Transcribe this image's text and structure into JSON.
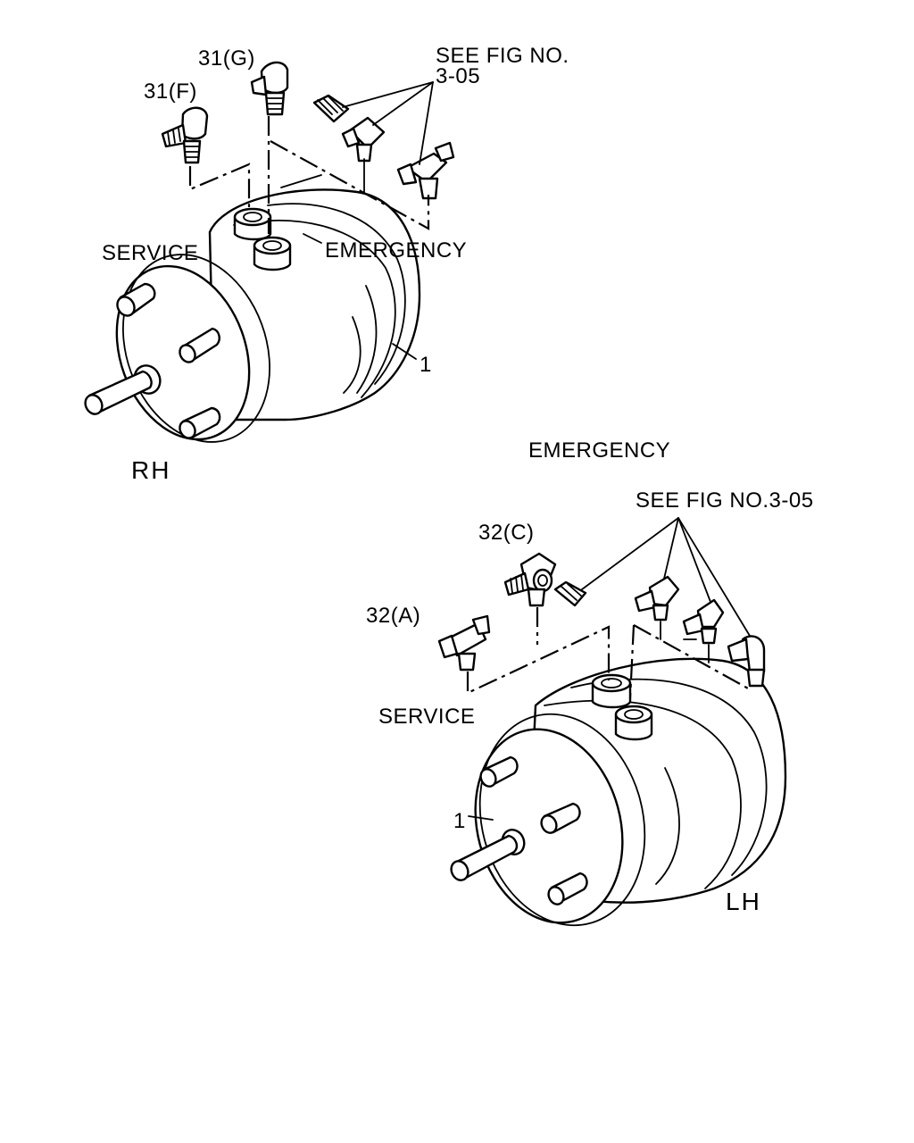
{
  "labels": {
    "part_31g": "31(G)",
    "part_31f": "31(F)",
    "see_fig_top_1": "SEE FIG NO.",
    "see_fig_top_2": "3-05",
    "service_rh": "SERVICE",
    "emergency_rh": "EMERGENCY",
    "part_1_rh": "1",
    "rh": "RH",
    "emergency_lh": "EMERGENCY",
    "see_fig_lh": "SEE FIG NO.3-05",
    "part_32c": "32(C)",
    "part_32a": "32(A)",
    "service_lh": "SERVICE",
    "part_1_lh": "1",
    "lh": "LH"
  }
}
